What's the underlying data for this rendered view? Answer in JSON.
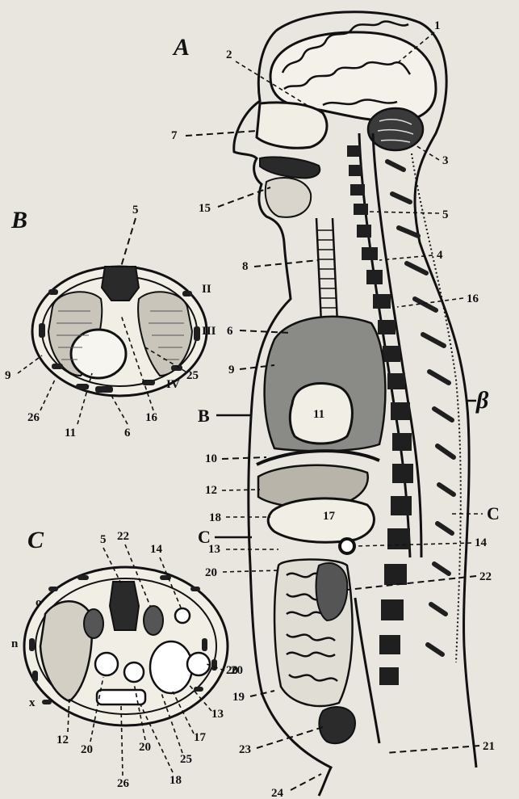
{
  "panels": {
    "A": "A",
    "B": "B",
    "C": "C"
  },
  "section_marks": {
    "b_left": "B",
    "b_right": "β",
    "c_left": "C",
    "c_right": "C"
  },
  "labels_a": {
    "n1": "1",
    "n2": "2",
    "n3": "3",
    "n4": "4",
    "n5": "5",
    "n6": "6",
    "n7": "7",
    "n8": "8",
    "n9": "9",
    "n10": "10",
    "n11": "11",
    "n12": "12",
    "n13": "13",
    "n14": "14",
    "n15": "15",
    "n16": "16",
    "n17": "17",
    "n18": "18",
    "n19": "19",
    "n20a": "20",
    "n20b": "20",
    "n21": "21",
    "n22": "22",
    "n23": "23",
    "n24": "24"
  },
  "labels_b": {
    "n5": "5",
    "n9": "9",
    "n25": "25",
    "n26": "26",
    "n11": "11",
    "n6": "6",
    "n16": "16",
    "roman1": "II",
    "roman2": "III",
    "roman3": "IV"
  },
  "labels_c": {
    "n5": "5",
    "n22": "22",
    "n14": "14",
    "n12": "12",
    "n20a": "20",
    "n26": "26",
    "n20b": "20",
    "n18": "18",
    "n25": "25",
    "n17": "17",
    "n13": "13",
    "side_n": "n",
    "side_x": "x",
    "side_o": "o"
  }
}
